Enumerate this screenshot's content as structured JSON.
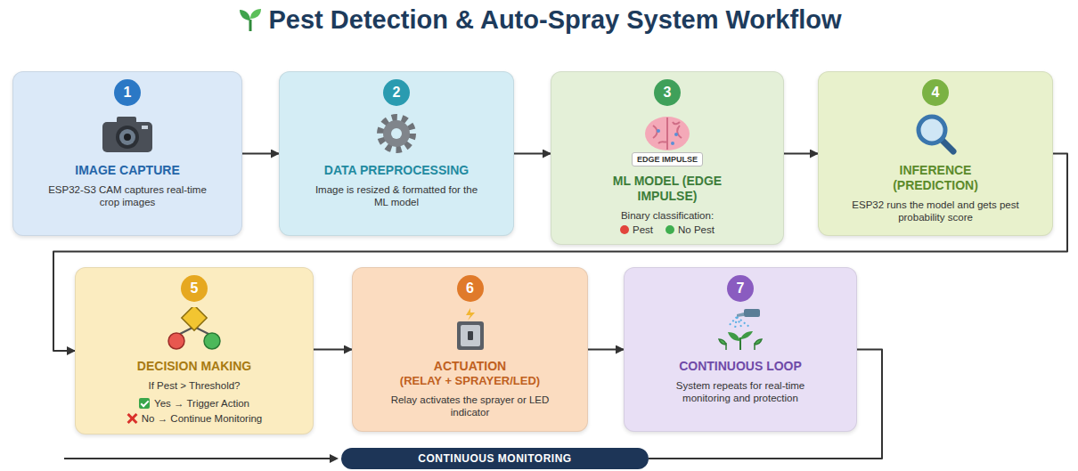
{
  "diagram": {
    "title": "Pest Detection & Auto-Spray System Workflow",
    "nodes": [
      {
        "text": [
          "1",
          "IMAGE CAPTURE",
          "ESP32-S3 CAM captures real-time crop images"
        ]
      },
      {
        "text": [
          "2",
          "DATA PREPROCESSING",
          "Image is resized & formatted for the ML model"
        ]
      },
      {
        "text": [
          "3",
          "EDGE IMPULSE",
          "ML MODEL (EDGE IMPULSE)",
          "Binary classification:",
          "Pest",
          "No Pest"
        ]
      },
      {
        "text": [
          "4",
          "INFERENCE (PREDICTION)",
          "ESP32 runs the model and gets pest probability score"
        ]
      },
      {
        "text": [
          "5",
          "DECISION MAKING",
          "If Pest > Threshold?",
          "Yes → Trigger Action",
          "No → Continue Monitoring"
        ]
      },
      {
        "text": [
          "6",
          "ACTUATION",
          "(RELAY + SPRAYER/LED)",
          "Relay activates the sprayer or LED indicator"
        ]
      },
      {
        "text": [
          "7",
          "CONTINUOUS LOOP",
          "System repeats for real-time monitoring and protection"
        ]
      },
      {
        "text": [
          "CONTINUOUS MONITORING"
        ]
      }
    ],
    "edges": [
      {
        "from": 0,
        "to": 1,
        "arrow": "to"
      },
      {
        "from": 1,
        "to": 2,
        "arrow": "to"
      },
      {
        "from": 2,
        "to": 3,
        "arrow": "to"
      },
      {
        "from": 3,
        "to": 4,
        "arrow": "to"
      },
      {
        "from": 4,
        "to": 5,
        "arrow": "to"
      },
      {
        "from": 5,
        "to": 6,
        "arrow": "to"
      },
      {
        "from": 6,
        "to": 7,
        "arrow": "none"
      }
    ]
  }
}
